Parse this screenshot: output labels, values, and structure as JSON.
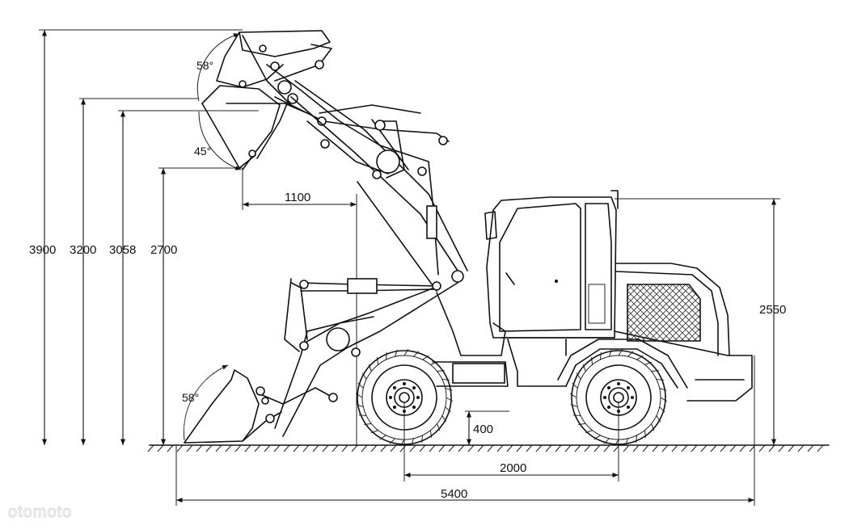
{
  "dimensions": {
    "height_3900": "3900",
    "height_3200": "3200",
    "height_3058": "3058",
    "height_2700": "2700",
    "reach_1100": "1100",
    "cab_height_2550": "2550",
    "ground_clearance_400": "400",
    "wheelbase_2000": "2000",
    "overall_length_5400": "5400"
  },
  "angles": {
    "top_rollback": "58°",
    "dump_angle": "45°",
    "ground_rollback": "58°"
  },
  "watermark": "otomoto",
  "colors": {
    "line": "#111111",
    "background": "#ffffff"
  }
}
